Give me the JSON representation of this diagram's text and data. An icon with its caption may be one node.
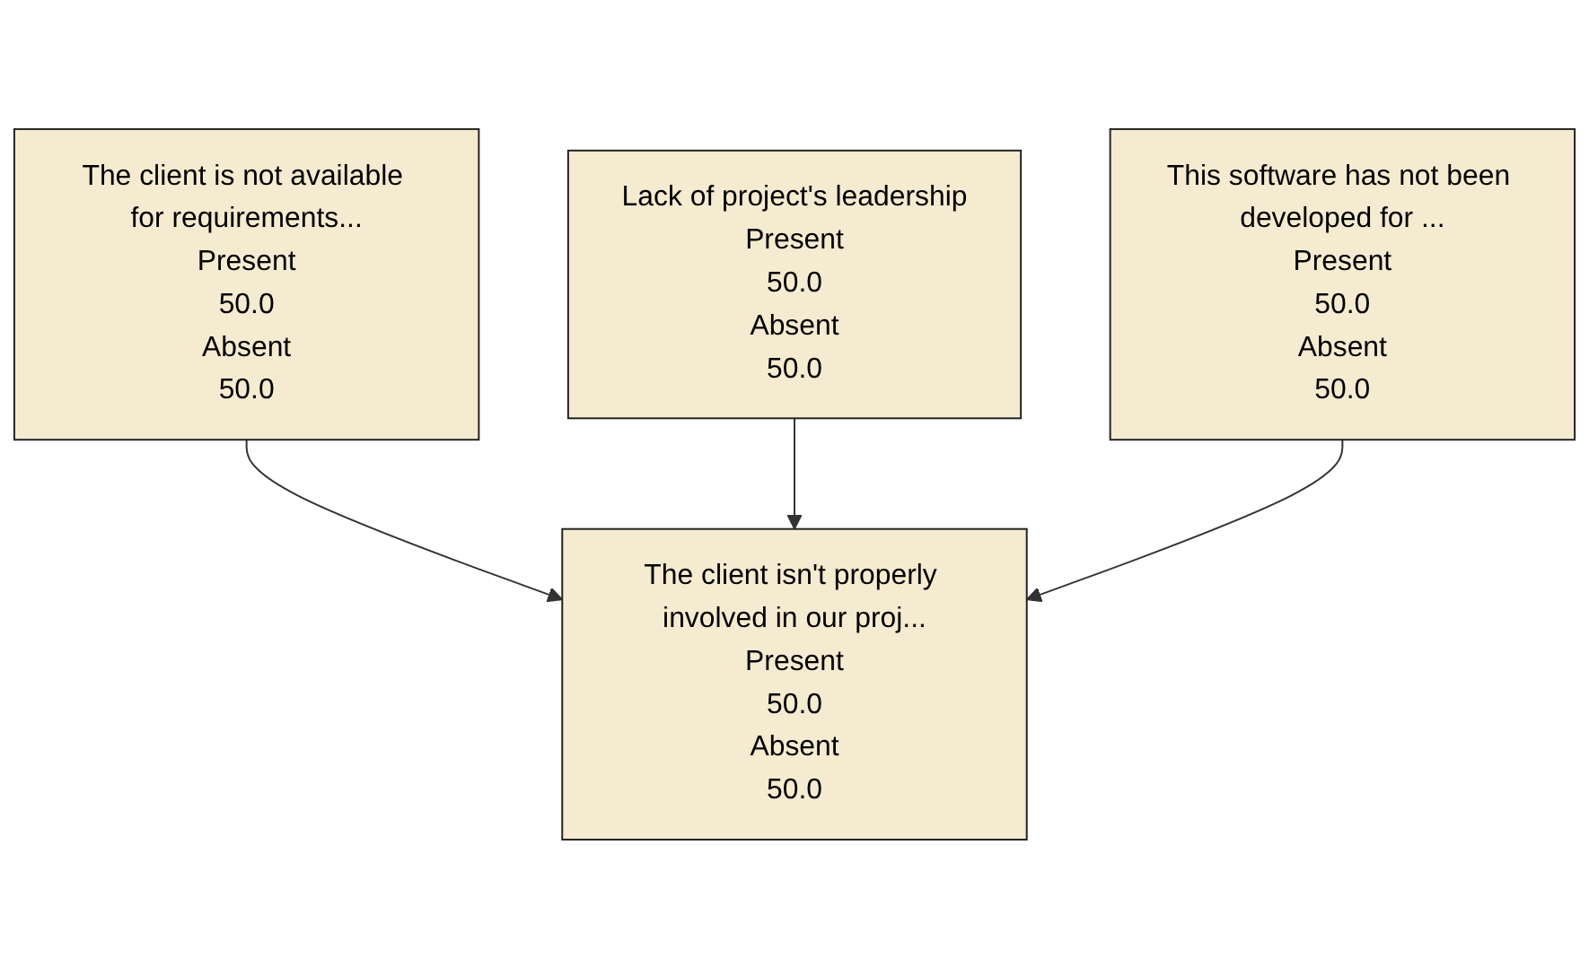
{
  "diagram": {
    "nodes": [
      {
        "text": [
          "Lack of project's leadership",
          "Present",
          "50.0",
          "Absent",
          "50.0"
        ]
      },
      {
        "text": [
          "The client is not available for requirements...",
          "Present",
          "50.0",
          "Absent",
          "50.0"
        ]
      },
      {
        "text": [
          "This software has not been developed for ...",
          "Present",
          "50.0",
          "Absent",
          "50.0"
        ]
      },
      {
        "text": [
          "The client isn't properly involved in our proj...",
          "Present",
          "50.0",
          "Absent",
          "50.0"
        ]
      }
    ],
    "edges": [
      {
        "from": 1,
        "to": 3,
        "arrow": "to"
      },
      {
        "from": 0,
        "to": 3,
        "arrow": "to"
      },
      {
        "from": 2,
        "to": 3,
        "arrow": "to"
      }
    ]
  }
}
